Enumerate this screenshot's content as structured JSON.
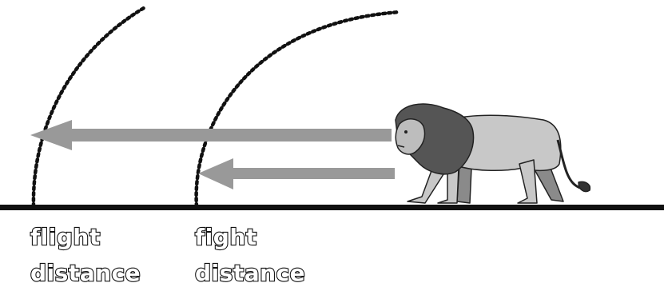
{
  "labels": {
    "flight_line1": "flight",
    "flight_line2": "distance",
    "fight_line1": "fight",
    "fight_line2": "distance"
  },
  "colors": {
    "ground": "#111111",
    "arrow": "#999999",
    "boundary": "#111111",
    "lion_body": "#c8c8c8",
    "lion_mane": "#555555",
    "lion_shadow": "#8a8a8a"
  }
}
